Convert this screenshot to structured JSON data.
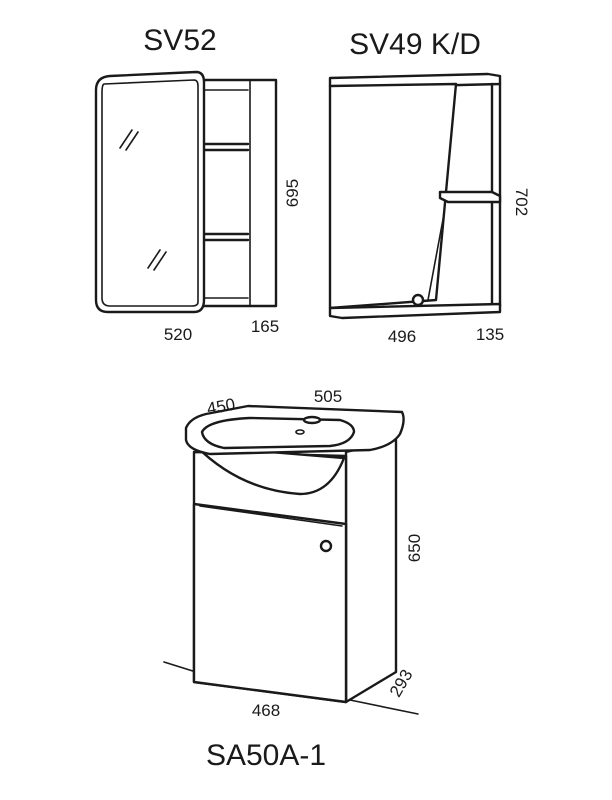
{
  "products": {
    "mirror_cabinet": {
      "model": "SV52",
      "width": "520",
      "depth": "165",
      "height": "695"
    },
    "mirror_shelf": {
      "model": "SV49 K/D",
      "width": "496",
      "depth": "135",
      "height": "702"
    },
    "vanity_unit": {
      "model": "SA50A-1",
      "sink_depth": "450",
      "sink_width": "505",
      "height": "650",
      "width": "468",
      "depth": "293"
    }
  },
  "colors": {
    "line": "#1a1a1a",
    "background": "#ffffff"
  }
}
